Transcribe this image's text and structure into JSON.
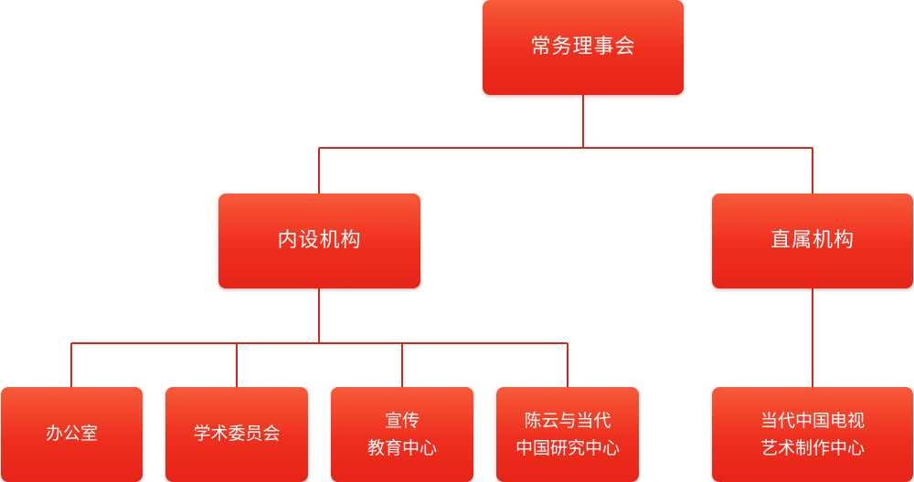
{
  "colors": {
    "line": "#d9261a",
    "box_top": "#f85a3a",
    "box_bottom": "#e62418",
    "text": "#ffffff"
  },
  "org": {
    "root": {
      "label": "常务理事会"
    },
    "internal": {
      "label": "内设机构"
    },
    "direct": {
      "label": "直属机构"
    },
    "internal_units": [
      {
        "line1": "办公室",
        "line2": ""
      },
      {
        "line1": "学术委员会",
        "line2": ""
      },
      {
        "line1": "宣传",
        "line2": "教育中心"
      },
      {
        "line1": "陈云与当代",
        "line2": "中国研究中心"
      }
    ],
    "direct_units": [
      {
        "line1": "当代中国电视",
        "line2": "艺术制作中心"
      }
    ]
  }
}
